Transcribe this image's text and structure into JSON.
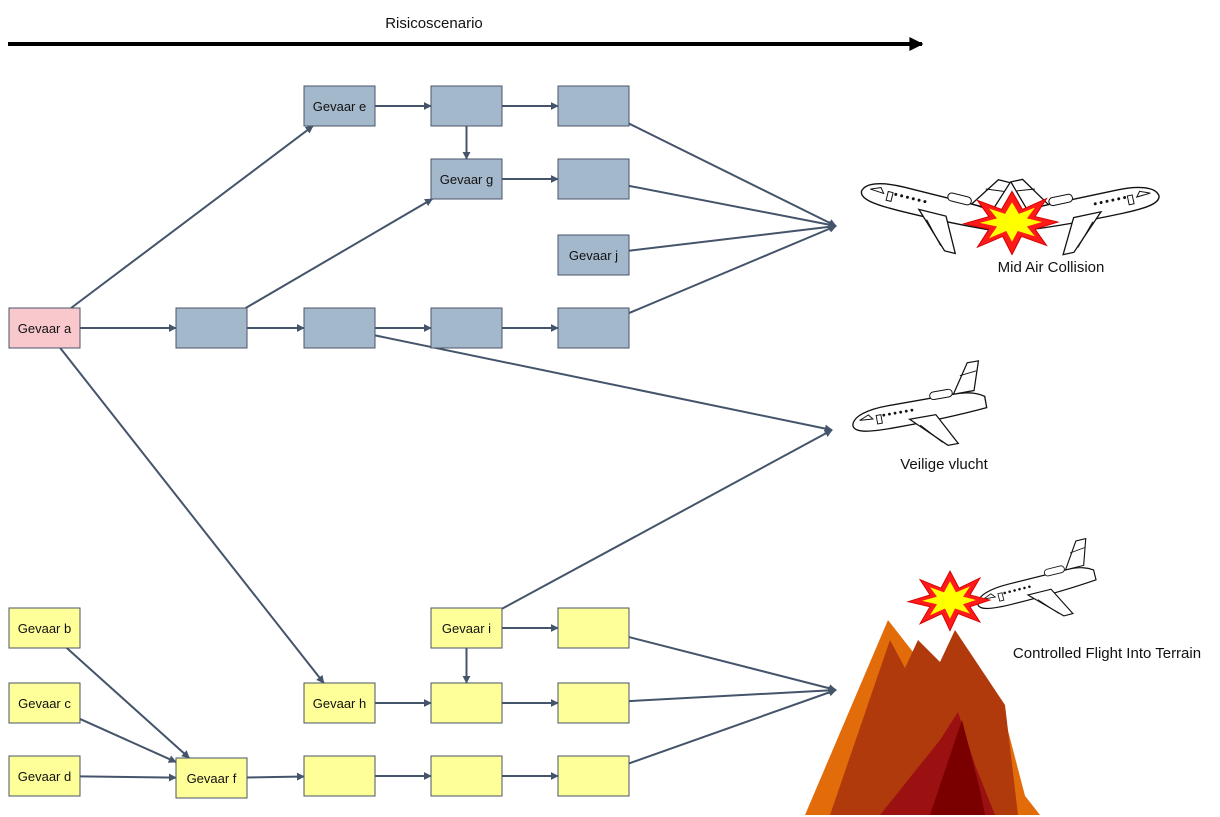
{
  "header": {
    "title": "Risicoscenario"
  },
  "colors": {
    "start": "#f8c8cc",
    "blue": "#a4b8cc",
    "yellow": "#ffff99",
    "border": "#4a5568",
    "edge": "#44546a"
  },
  "nodes": {
    "a": {
      "label": "Gevaar a",
      "color": "start"
    },
    "e": {
      "label": "Gevaar e",
      "color": "blue"
    },
    "e2": {
      "label": "",
      "color": "blue"
    },
    "e3": {
      "label": "",
      "color": "blue"
    },
    "g": {
      "label": "Gevaar g",
      "color": "blue"
    },
    "g2": {
      "label": "",
      "color": "blue"
    },
    "j": {
      "label": "Gevaar j",
      "color": "blue"
    },
    "m1": {
      "label": "",
      "color": "blue"
    },
    "m2": {
      "label": "",
      "color": "blue"
    },
    "m3": {
      "label": "",
      "color": "blue"
    },
    "m4": {
      "label": "",
      "color": "blue"
    },
    "b": {
      "label": "Gevaar b",
      "color": "yellow"
    },
    "c": {
      "label": "Gevaar c",
      "color": "yellow"
    },
    "d": {
      "label": "Gevaar d",
      "color": "yellow"
    },
    "f": {
      "label": "Gevaar f",
      "color": "yellow"
    },
    "f2": {
      "label": "",
      "color": "yellow"
    },
    "f3": {
      "label": "",
      "color": "yellow"
    },
    "f4": {
      "label": "",
      "color": "yellow"
    },
    "h": {
      "label": "Gevaar h",
      "color": "yellow"
    },
    "h2": {
      "label": "",
      "color": "yellow"
    },
    "h3": {
      "label": "",
      "color": "yellow"
    },
    "i": {
      "label": "Gevaar i",
      "color": "yellow"
    },
    "i2": {
      "label": "",
      "color": "yellow"
    }
  },
  "edges": [
    [
      "a",
      "e"
    ],
    [
      "a",
      "m1"
    ],
    [
      "a",
      "h"
    ],
    [
      "e",
      "e2"
    ],
    [
      "e2",
      "e3"
    ],
    [
      "e2",
      "g"
    ],
    [
      "m1",
      "g"
    ],
    [
      "m1",
      "m2"
    ],
    [
      "g",
      "g2"
    ],
    [
      "m2",
      "m3"
    ],
    [
      "m3",
      "m4"
    ],
    [
      "b",
      "f"
    ],
    [
      "c",
      "f"
    ],
    [
      "d",
      "f"
    ],
    [
      "f",
      "f2"
    ],
    [
      "f2",
      "f3"
    ],
    [
      "f3",
      "f4"
    ],
    [
      "h",
      "h2"
    ],
    [
      "h2",
      "h3"
    ],
    [
      "i",
      "i2"
    ],
    [
      "i",
      "h2"
    ],
    [
      "e3",
      "out:mac"
    ],
    [
      "g2",
      "out:mac"
    ],
    [
      "j",
      "out:mac"
    ],
    [
      "m4",
      "out:mac"
    ],
    [
      "m2",
      "out:veilig"
    ],
    [
      "i",
      "out:veilig"
    ],
    [
      "i2",
      "out:cfit"
    ],
    [
      "h3",
      "out:cfit"
    ],
    [
      "f4",
      "out:cfit"
    ]
  ],
  "outcomes": {
    "mac": {
      "label": "Mid Air Collision",
      "icon": "mid-air-collision-icon"
    },
    "veilig": {
      "label": "Veilige vlucht",
      "icon": "airplane-icon"
    },
    "cfit": {
      "label": "Controlled Flight Into Terrain",
      "icon": "mountain-crash-icon"
    }
  }
}
